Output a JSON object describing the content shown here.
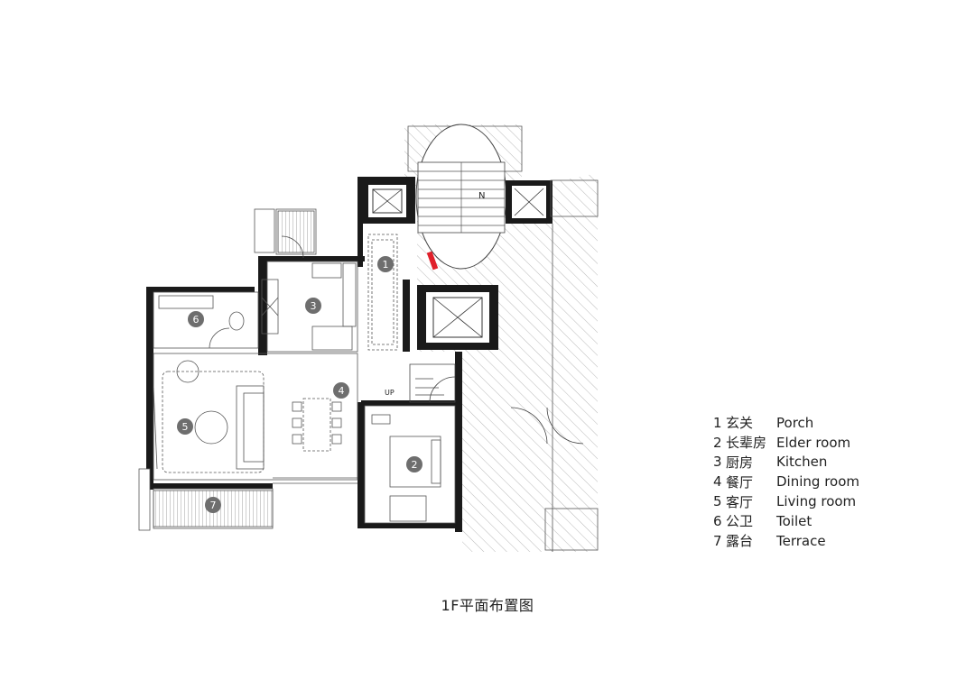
{
  "caption": "1F平面布置图",
  "north_label": "N",
  "stair_label": "UP",
  "rooms": [
    {
      "number": "1",
      "cn": "玄关",
      "en": "Porch"
    },
    {
      "number": "2",
      "cn": "长辈房",
      "en": "Elder room"
    },
    {
      "number": "3",
      "cn": "厨房",
      "en": "Kitchen"
    },
    {
      "number": "4",
      "cn": "餐厅",
      "en": "Dining room"
    },
    {
      "number": "5",
      "cn": "客厅",
      "en": "Living room"
    },
    {
      "number": "6",
      "cn": "公卫",
      "en": "Toilet"
    },
    {
      "number": "7",
      "cn": "露台",
      "en": "Terrace"
    }
  ],
  "colors": {
    "wall": "#1a1a1a",
    "line": "#555555",
    "marker": "#6e6e6e",
    "entry_mark": "#e0202a"
  }
}
